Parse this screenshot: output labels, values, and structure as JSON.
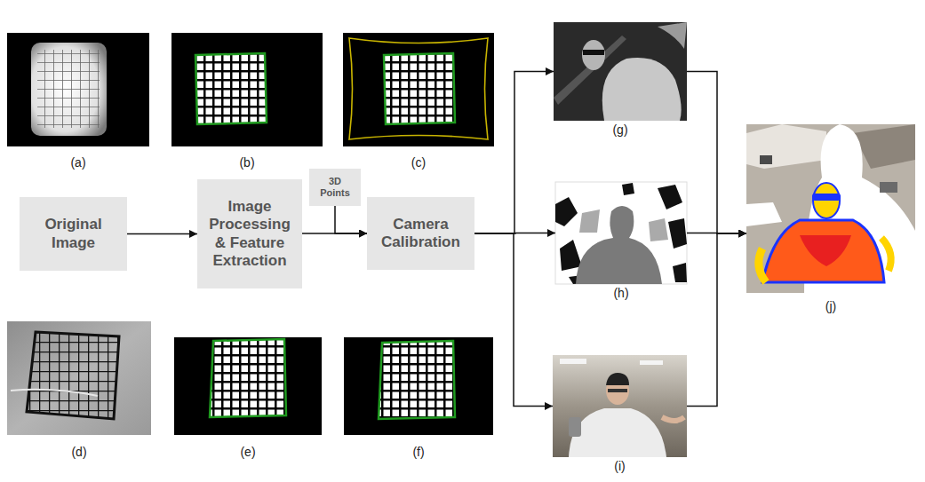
{
  "diagram": {
    "nodes": [
      {
        "text": [
          "Original Image"
        ]
      },
      {
        "text": [
          "Image Processing & Feature Extraction"
        ]
      },
      {
        "text": [
          "3D Points"
        ]
      },
      {
        "text": [
          "Camera Calibration"
        ]
      },
      {
        "text": [
          "(g)"
        ]
      },
      {
        "text": [
          "(h)"
        ]
      },
      {
        "text": [
          "(i)"
        ]
      },
      {
        "text": [
          "(j)"
        ]
      }
    ],
    "edges": [
      {
        "from": 0,
        "to": 1,
        "arrow": "to"
      },
      {
        "from": 1,
        "to": 3,
        "arrow": "to"
      },
      {
        "from": 2,
        "to": 3,
        "arrow": "to"
      },
      {
        "from": 3,
        "to": 4,
        "arrow": "to"
      },
      {
        "from": 3,
        "to": 5,
        "arrow": "to"
      },
      {
        "from": 3,
        "to": 6,
        "arrow": "to"
      },
      {
        "from": 4,
        "to": 7,
        "arrow": "to"
      },
      {
        "from": 5,
        "to": 7,
        "arrow": "to"
      },
      {
        "from": 6,
        "to": 7,
        "arrow": "to"
      }
    ],
    "labels": [
      "(a)",
      "(b)",
      "(c)",
      "(d)",
      "(e)",
      "(f)"
    ]
  }
}
